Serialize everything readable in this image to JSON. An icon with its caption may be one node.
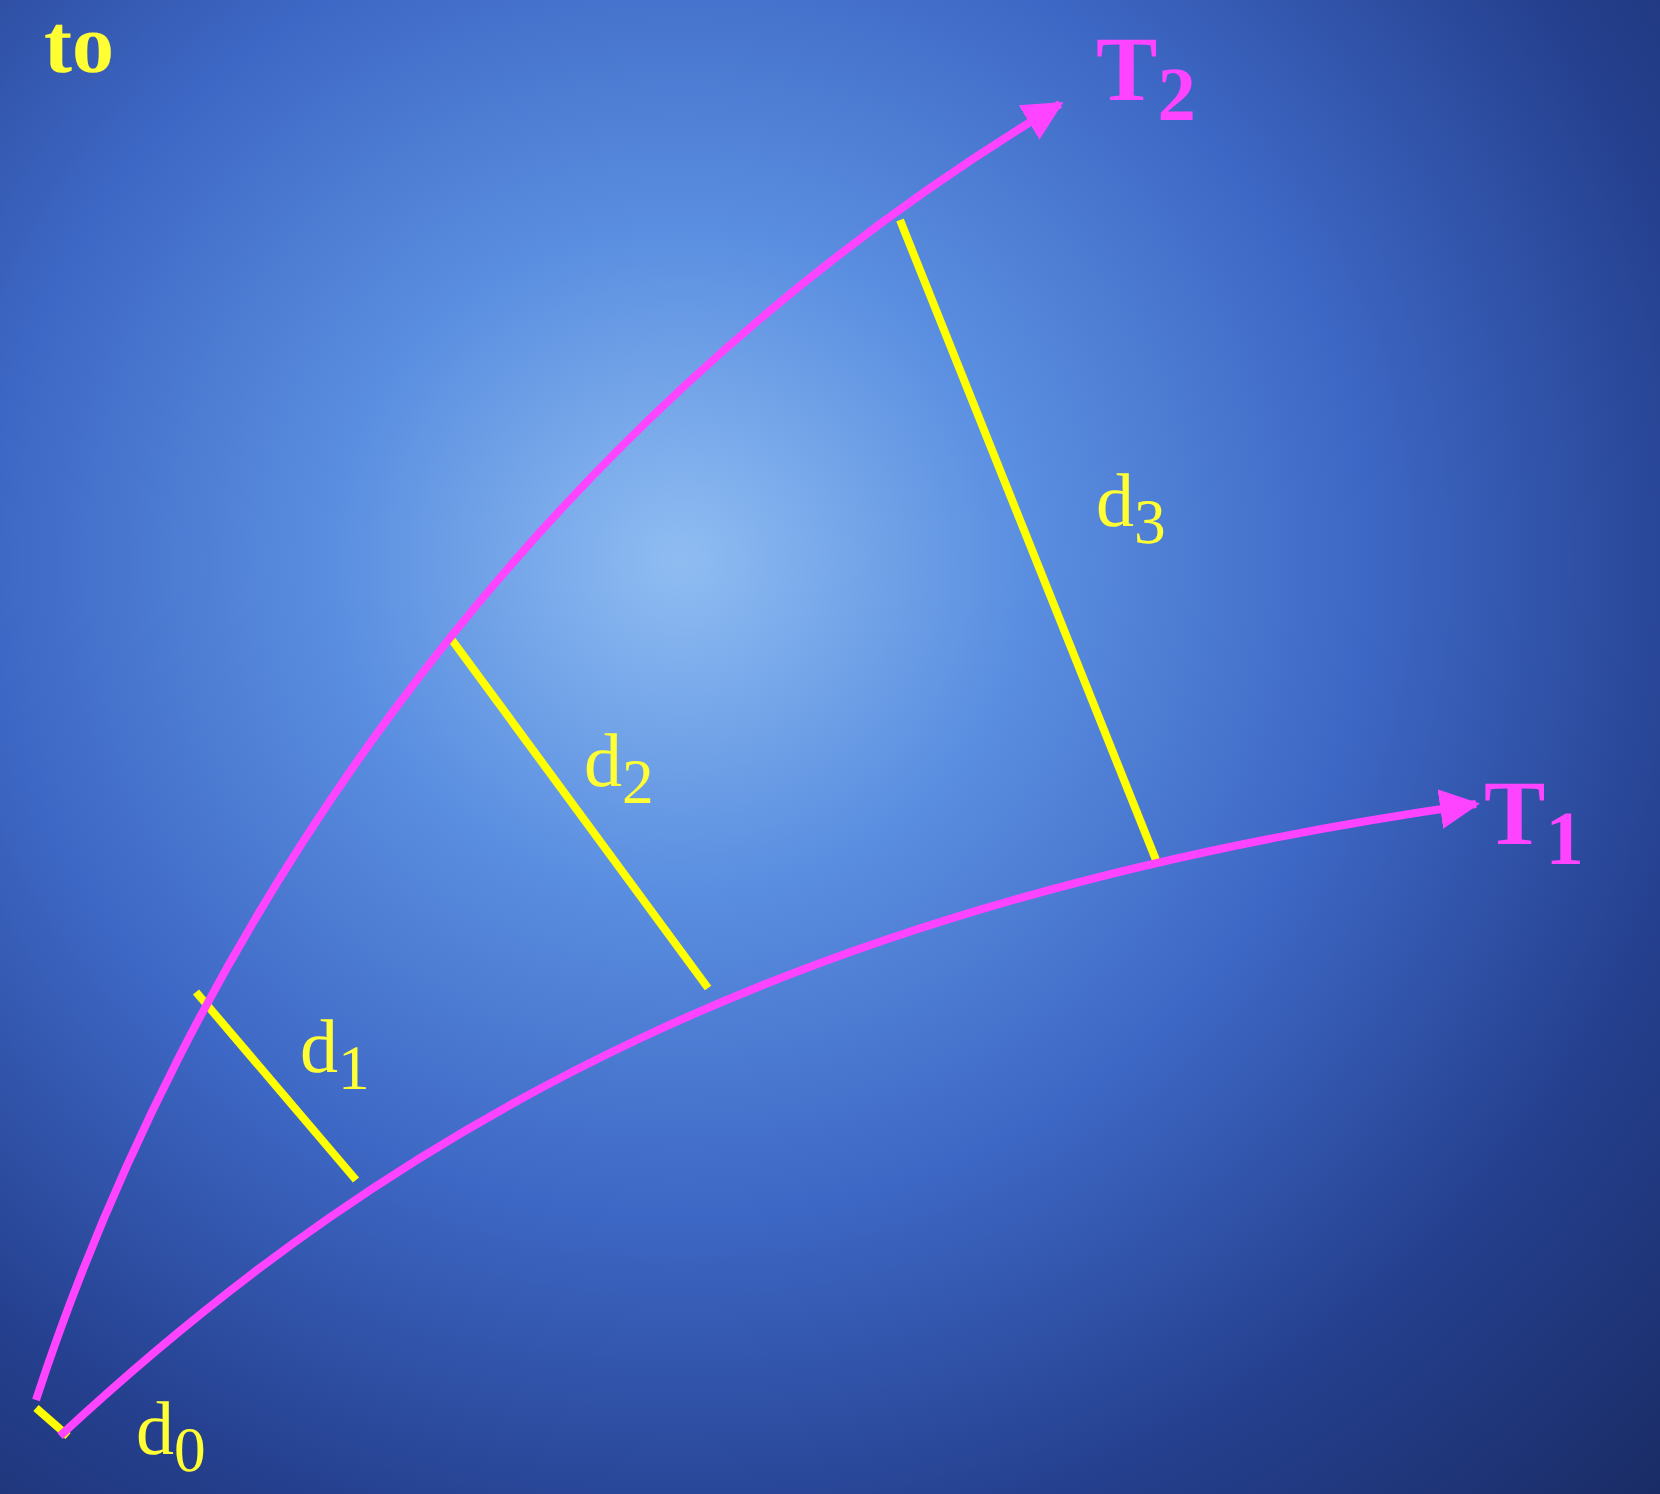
{
  "diagram": {
    "nodes": [
      {
        "text": [
          "T$_{2}$"
        ]
      },
      {
        "text": [
          "T$_{1}$"
        ]
      }
    ],
    "edges": [
      {
        "from": null,
        "to": 0,
        "arrow": "to"
      },
      {
        "from": null,
        "to": 1,
        "arrow": "to"
      }
    ],
    "labels": [
      "to",
      "d$_{3}$",
      "d$_{2}$",
      "d$_{1}$",
      "d$_{0}$"
    ]
  }
}
